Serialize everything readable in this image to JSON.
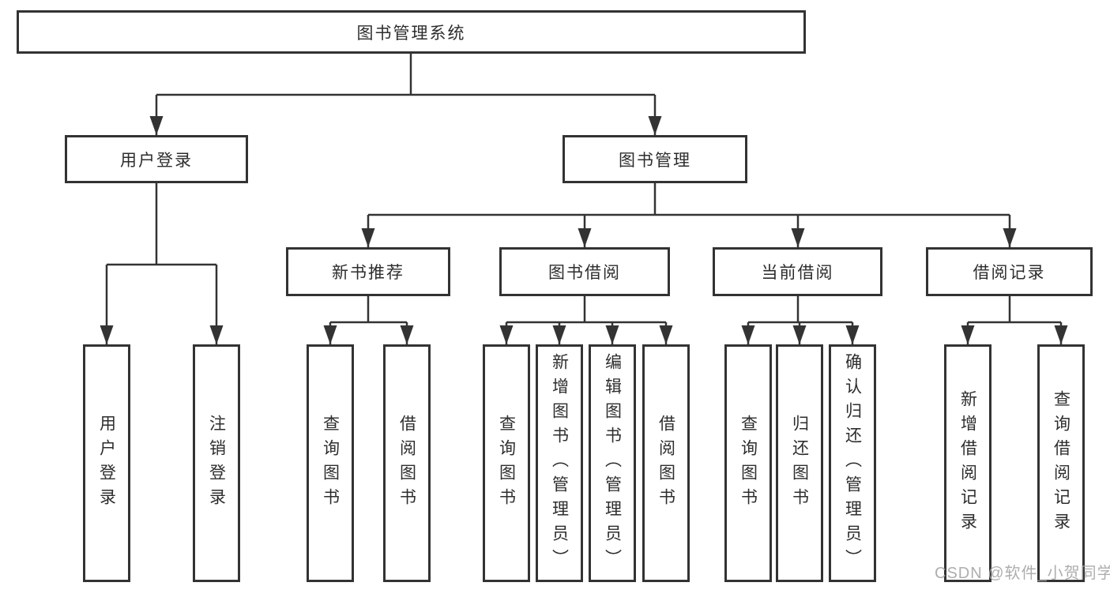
{
  "diagram_title": "图书管理系统",
  "root": {
    "label": "图书管理系统"
  },
  "branches": [
    {
      "label": "用户登录",
      "leaves": [
        "用户登录",
        "注销登录"
      ]
    },
    {
      "label": "图书管理",
      "sections": [
        {
          "label": "新书推荐",
          "leaves": [
            "查询图书",
            "借阅图书"
          ]
        },
        {
          "label": "图书借阅",
          "leaves": [
            "查询图书",
            "新增图书（管理员）",
            "编辑图书（管理员）",
            "借阅图书"
          ]
        },
        {
          "label": "当前借阅",
          "leaves": [
            "查询图书",
            "归还图书",
            "确认归还（管理员）"
          ]
        },
        {
          "label": "借阅记录",
          "leaves": [
            "新增借阅记录",
            "查询借阅记录"
          ]
        }
      ]
    }
  ],
  "watermark": "CSDN @软件_小贺同学",
  "colors": {
    "line": "#333333",
    "text": "#2d2d2d",
    "background": "#ffffff",
    "watermark": "#a5a5a5"
  }
}
